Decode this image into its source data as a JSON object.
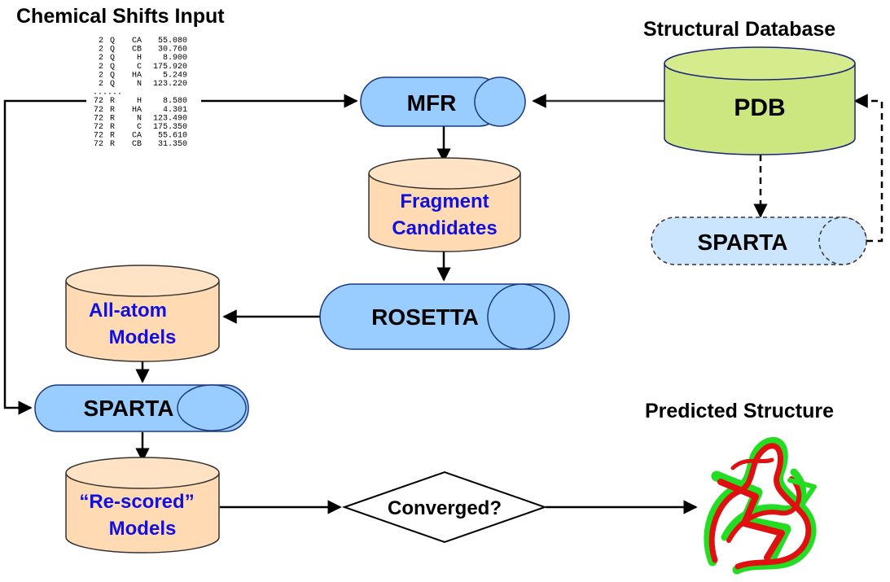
{
  "titles": {
    "chemical_shifts_input": "Chemical Shifts Input",
    "structural_database": "Structural Database",
    "predicted_structure": "Predicted Structure"
  },
  "chemical_shifts": {
    "rows": [
      {
        "res": "2",
        "aa": "Q",
        "atom": "CA",
        "value": "55.080"
      },
      {
        "res": "2",
        "aa": "Q",
        "atom": "CB",
        "value": "30.760"
      },
      {
        "res": "2",
        "aa": "Q",
        "atom": "H",
        "value": "8.900"
      },
      {
        "res": "2",
        "aa": "Q",
        "atom": "C",
        "value": "175.920"
      },
      {
        "res": "2",
        "aa": "Q",
        "atom": "HA",
        "value": "5.249"
      },
      {
        "res": "2",
        "aa": "Q",
        "atom": "N",
        "value": "123.220"
      },
      {
        "res": "72",
        "aa": "R",
        "atom": "H",
        "value": "8.580"
      },
      {
        "res": "72",
        "aa": "R",
        "atom": "HA",
        "value": "4.301"
      },
      {
        "res": "72",
        "aa": "R",
        "atom": "N",
        "value": "123.490"
      },
      {
        "res": "72",
        "aa": "R",
        "atom": "C",
        "value": "175.350"
      },
      {
        "res": "72",
        "aa": "R",
        "atom": "CA",
        "value": "55.610"
      },
      {
        "res": "72",
        "aa": "R",
        "atom": "CB",
        "value": "31.350"
      }
    ],
    "ellipsis": "......"
  },
  "nodes": {
    "mfr": "MFR",
    "pdb": "PDB",
    "sparta_db": "SPARTA",
    "fragment_line1": "Fragment",
    "fragment_line2": "Candidates",
    "rosetta": "ROSETTA",
    "allatom_line1": "All-atom",
    "allatom_line2": "Models",
    "sparta_main": "SPARTA",
    "rescored_line1": "“Re-scored”",
    "rescored_line2": "Models",
    "converged": "Converged?"
  },
  "colors": {
    "process_fill": "#99ccff",
    "database_fill": "#ffdab3",
    "pdb_fill": "#cce680",
    "sparta_db_fill": "#cce5ff",
    "db_text": "#1010e0",
    "protein_red": "#e01010",
    "protein_green": "#22dd22"
  }
}
